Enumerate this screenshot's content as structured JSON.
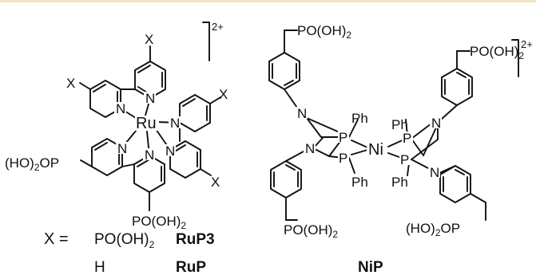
{
  "colors": {
    "top_rule": "#f3e3c6",
    "ink": "#111111"
  },
  "ru_complex": {
    "metal": "Ru",
    "charge": "2+",
    "substituent": "X",
    "phosphonate_group": "PO(OH)",
    "phosphonate_left": "(HO)",
    "phosphonate_left_tail": "OP",
    "subscript": "2",
    "nitrogen": "N"
  },
  "ni_complex": {
    "metal": "Ni",
    "charge": "2+",
    "phosphorus": "P",
    "phenyl": "Ph",
    "nitrogen": "N",
    "phosphonate_group": "PO(OH)",
    "phosphonate_left": "(HO)",
    "phosphonate_left_tail": "OP",
    "subscript": "2"
  },
  "legend": {
    "x_label": "X =",
    "row1": {
      "value": "PO(OH)",
      "value_sub": "2",
      "name": "RuP3"
    },
    "row2": {
      "value": "H",
      "name": "RuP"
    },
    "ni_name": "NiP"
  }
}
